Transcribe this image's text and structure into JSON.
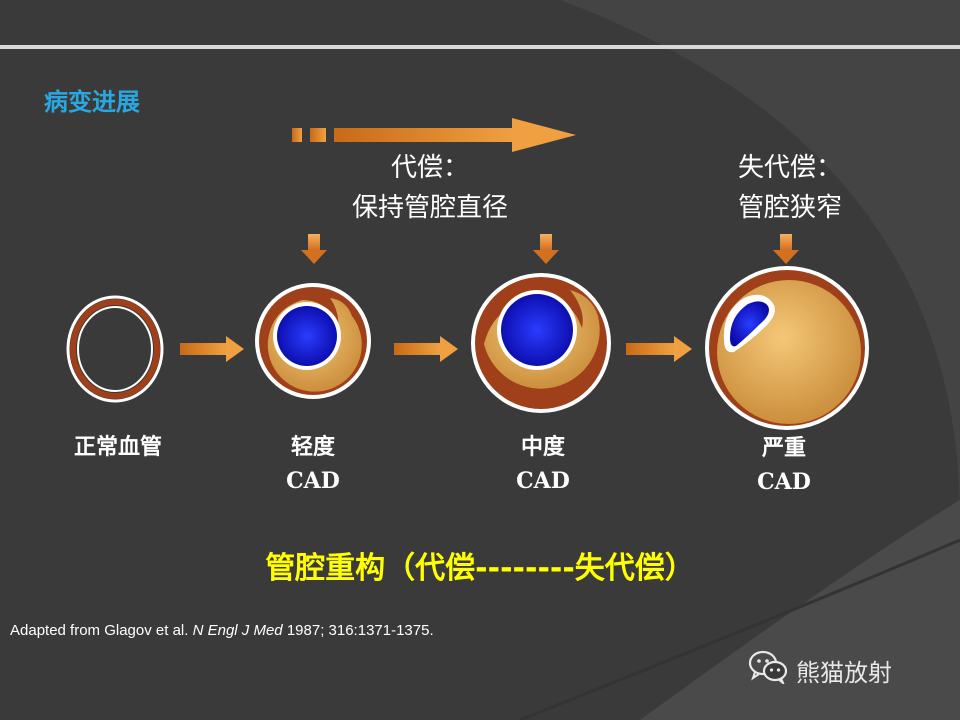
{
  "section_title": "病变进展",
  "compensated": {
    "line1": "代偿：",
    "line2": "保持管腔直径"
  },
  "decompensated": {
    "line1": "失代偿：",
    "line2": "管腔狭窄"
  },
  "stages": [
    {
      "name": "正常血管",
      "sub": ""
    },
    {
      "name": "轻度",
      "sub": "CAD"
    },
    {
      "name": "中度",
      "sub": "CAD"
    },
    {
      "name": "严重",
      "sub": "CAD"
    }
  ],
  "bottom_title": "管腔重构（代偿--------失代偿）",
  "citation": {
    "prefix": "Adapted from Glagov et al. ",
    "journal": "N Engl J Med",
    "suffix": " 1987; 316:1371-1375."
  },
  "watermark": "熊猫放射",
  "colors": {
    "title_blue": "#2aa7e0",
    "highlight_yellow": "#ffff00",
    "vessel_wall": "#a0401a",
    "plaque": "#e0a850",
    "lumen": "#1010d0",
    "arrow_orange": "#e8902a"
  },
  "icons": {
    "wechat": "wechat-icon"
  }
}
